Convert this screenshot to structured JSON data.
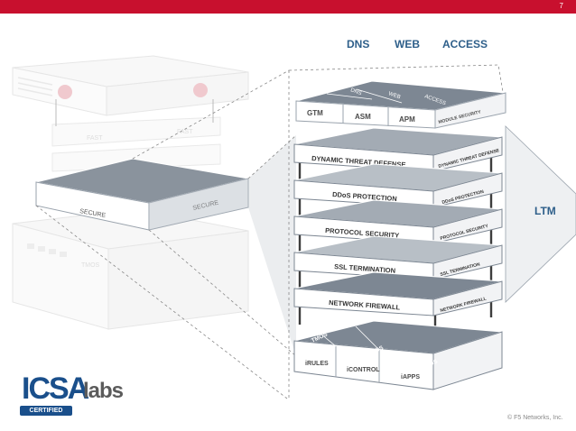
{
  "slide_number": "7",
  "headers": [
    "DNS",
    "WEB",
    "ACCESS"
  ],
  "ltm_label": "LTM",
  "copyright": "© F5 Networks, Inc.",
  "top_modules": {
    "top_face": [
      "DNS",
      "WEB",
      "ACCESS"
    ],
    "front": [
      "GTM",
      "ASM",
      "APM"
    ],
    "side": "MODULE SECURITY"
  },
  "layers": [
    {
      "front": "DYNAMIC THREAT DEFENSE",
      "side": "DYNAMIC THREAT DEFENSE"
    },
    {
      "front": "DDoS PROTECTION",
      "side": "DDoS PROTECTION"
    },
    {
      "front": "PROTOCOL SECURITY",
      "side": "PROTOCOL SECURITY"
    },
    {
      "front": "SSL TERMINATION",
      "side": "SSL TERMINATION"
    },
    {
      "front": "NETWORK FIREWALL",
      "side": "NETWORK FIREWALL"
    }
  ],
  "base": {
    "top_labels": [
      "TMOS",
      "TMOS",
      "TMOS"
    ],
    "front": [
      "iRULES",
      "iCONTROL",
      "iAPPS"
    ]
  },
  "left_stack": {
    "fast_labels": [
      "FAST",
      "FAST"
    ],
    "secure_labels": [
      "SECURE",
      "SECURE"
    ],
    "tmos_label": "TMOS"
  },
  "logo": {
    "brand": "ICSA",
    "suffix": "labs",
    "badge": "CERTIFIED"
  },
  "colors": {
    "topbar": "#c8102e",
    "header_text": "#2e5f8a",
    "dark_face": "#7d8793"
  }
}
